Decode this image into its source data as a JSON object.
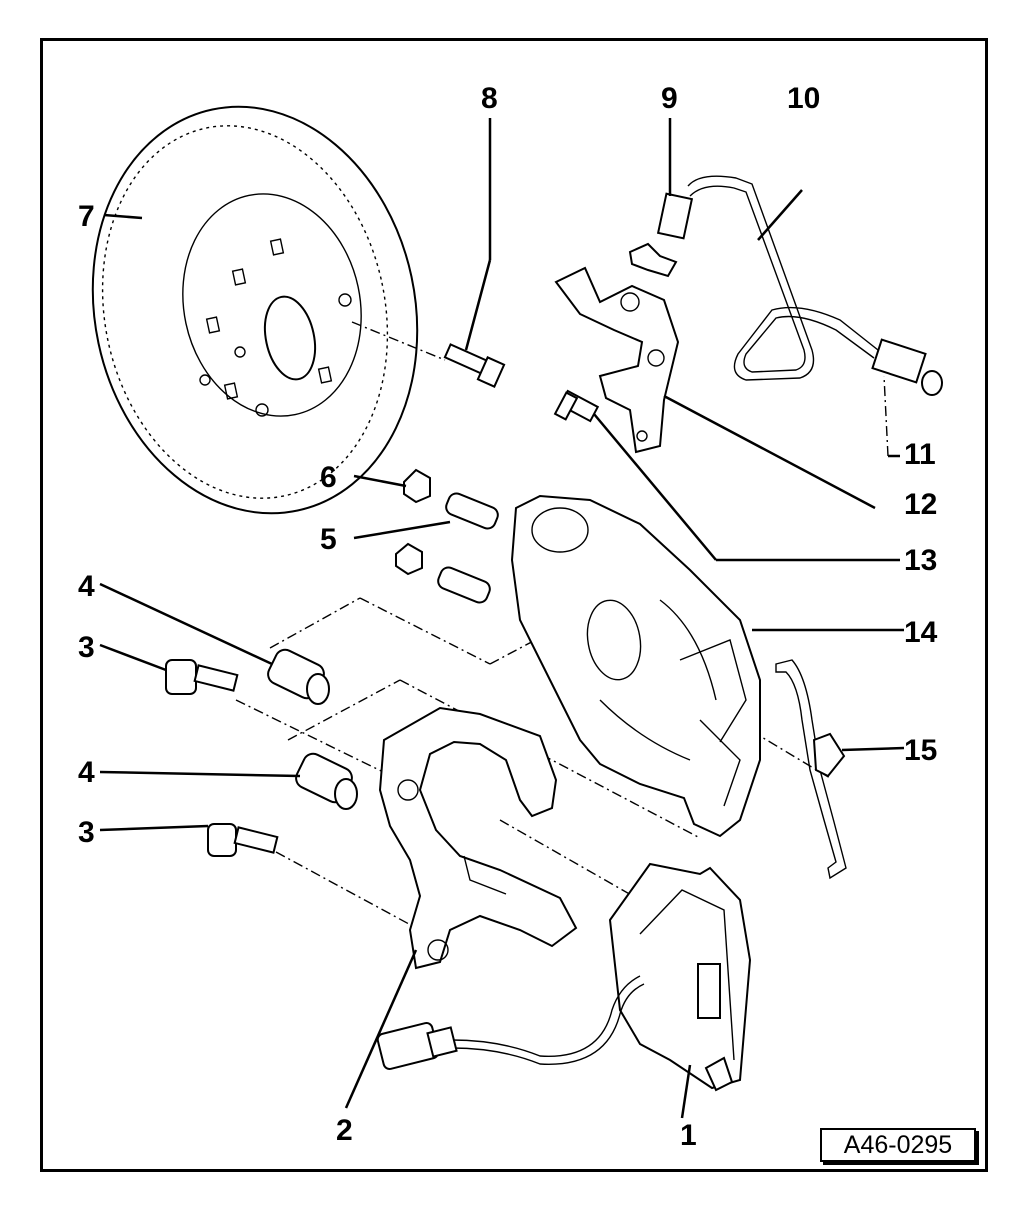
{
  "figure_id": "A46-0295",
  "callouts": {
    "c1": "1",
    "c2": "2",
    "c3a": "3",
    "c3b": "3",
    "c4a": "4",
    "c4b": "4",
    "c5": "5",
    "c6": "6",
    "c7": "7",
    "c8": "8",
    "c9": "9",
    "c10": "10",
    "c11": "11",
    "c12": "12",
    "c13": "13",
    "c14": "14",
    "c15": "15"
  },
  "colors": {
    "ink": "#000000",
    "paper": "#ffffff"
  }
}
